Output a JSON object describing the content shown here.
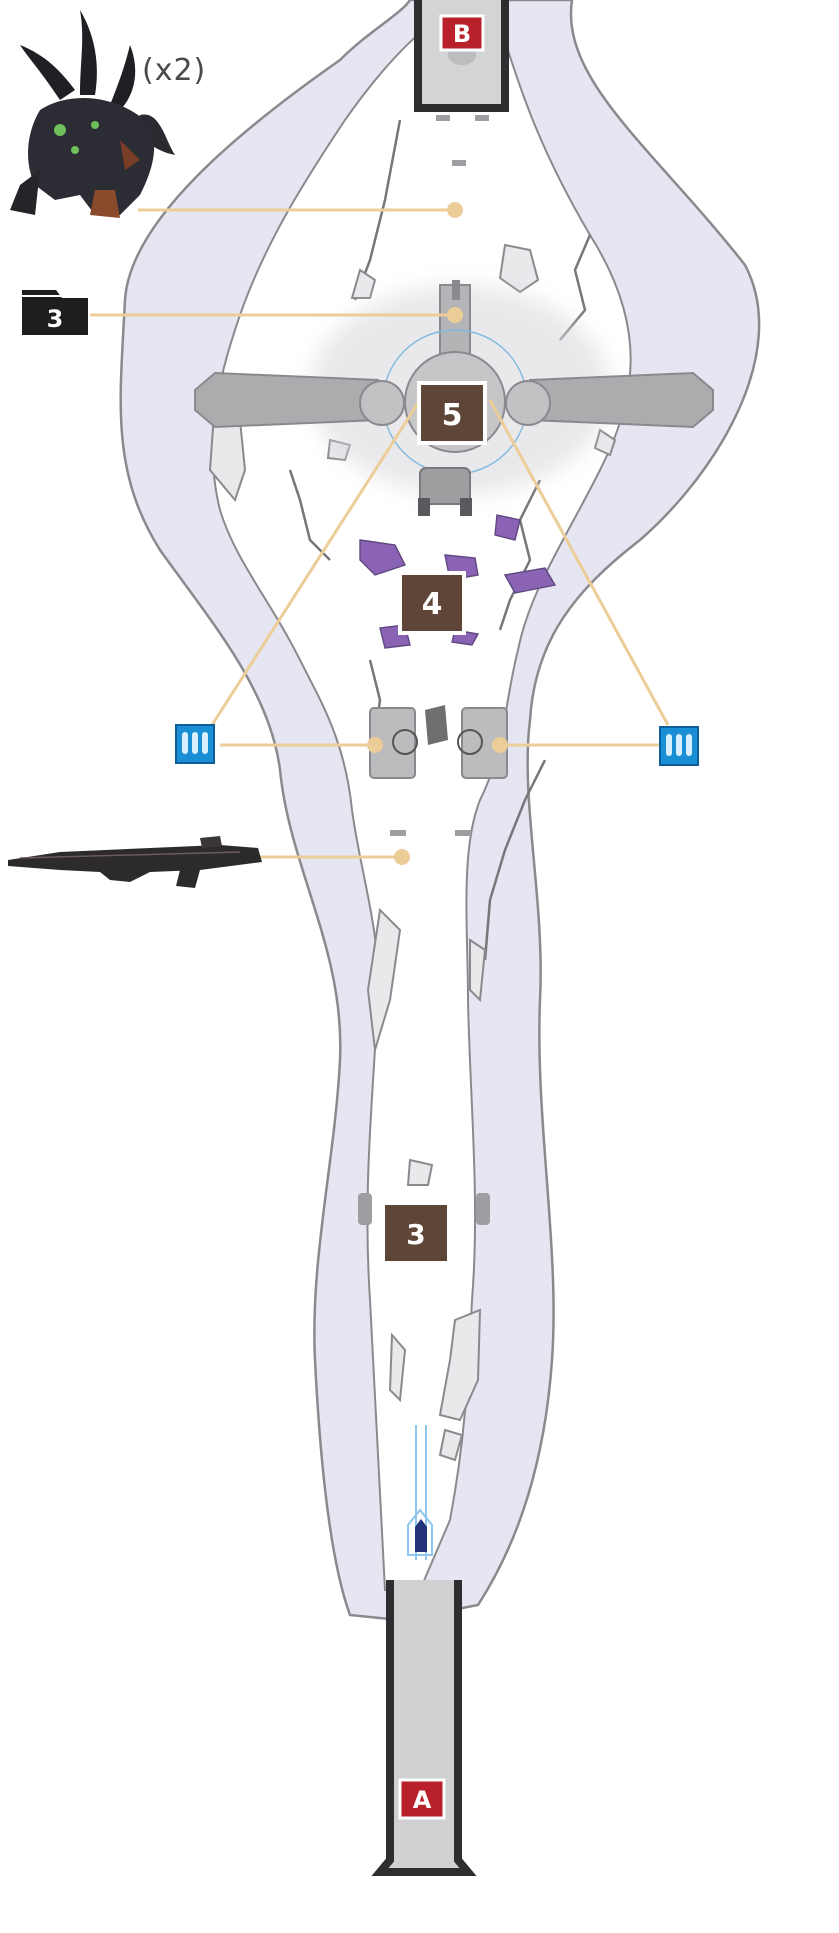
{
  "map": {
    "endpoints": {
      "start": "A",
      "end": "B"
    },
    "areas": [
      {
        "id": "area-3",
        "number": "3"
      },
      {
        "id": "area-4",
        "number": "4"
      },
      {
        "id": "area-5",
        "number": "5"
      }
    ],
    "enemy": {
      "icon": "horned-alien-brute-icon",
      "count": "(x2)"
    },
    "collectible": {
      "icon": "folder-icon",
      "number": "3"
    },
    "ammo": {
      "icon": "ammo-crate-icon",
      "count": 2
    },
    "weapon": {
      "icon": "rifle-weapon-icon"
    },
    "spawn": {
      "icon": "player-arrow-icon"
    },
    "colors": {
      "outer_terrain": "#e6e6f2",
      "walkable": "#ffffff",
      "outline": "#8a8a8e",
      "area_label": "#5f4538",
      "endpoint": "#b8202a",
      "ammo": "#1a8fd6",
      "callout_line": "#eccd98",
      "structure": "#a9a9ab",
      "covenant": "#8a63b5"
    }
  }
}
